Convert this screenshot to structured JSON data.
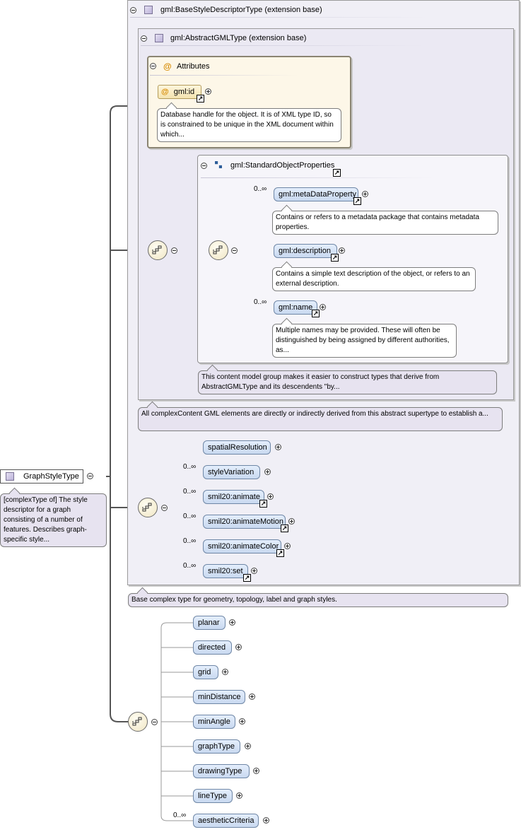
{
  "root": {
    "name": "GraphStyleType",
    "doc": "[complexType of] The style descriptor for a graph consisting of a number of features. Describes graph-specific style..."
  },
  "base_style": {
    "header": "gml:BaseStyleDescriptorType (extension base)",
    "doc": "Base complex type for geometry, topology, label and graph styles."
  },
  "abstract_gml": {
    "header": "gml:AbstractGMLType (extension base)",
    "doc": "All complexContent GML elements are directly or indirectly derived from this abstract supertype to establish a..."
  },
  "attributes": {
    "header": "Attributes",
    "id_label": "gml:id",
    "id_doc": "Database handle for the object. It is of XML type ID, so is constrained to be unique in the XML document within which..."
  },
  "standard_object_properties": {
    "header": "gml:StandardObjectProperties",
    "doc": "This content model group makes it easier to construct types that derive from AbstractGMLType and its descendents \"by...",
    "elements": [
      {
        "label": "gml:metaDataProperty",
        "occurs": "0..∞",
        "doc": "Contains or refers to a metadata package that contains metadata properties."
      },
      {
        "label": "gml:description",
        "occurs": "",
        "doc": "Contains a simple text description of the object, or refers to an external description."
      },
      {
        "label": "gml:name",
        "occurs": "0..∞",
        "doc": "Multiple names may be provided. These will often be distinguished by being assigned by different authorities, as..."
      }
    ]
  },
  "base_sequence": [
    {
      "label": "spatialResolution",
      "occurs": ""
    },
    {
      "label": "styleVariation",
      "occurs": "0..∞"
    },
    {
      "label": "smil20:animate",
      "occurs": "0..∞"
    },
    {
      "label": "smil20:animateMotion",
      "occurs": "0..∞"
    },
    {
      "label": "smil20:animateColor",
      "occurs": "0..∞"
    },
    {
      "label": "smil20:set",
      "occurs": "0..∞"
    }
  ],
  "graph_sequence": [
    {
      "label": "planar",
      "occurs": ""
    },
    {
      "label": "directed",
      "occurs": ""
    },
    {
      "label": "grid",
      "occurs": ""
    },
    {
      "label": "minDistance",
      "occurs": ""
    },
    {
      "label": "minAngle",
      "occurs": ""
    },
    {
      "label": "graphType",
      "occurs": ""
    },
    {
      "label": "drawingType",
      "occurs": ""
    },
    {
      "label": "lineType",
      "occurs": ""
    },
    {
      "label": "aestheticCriteria",
      "occurs": "0..∞"
    }
  ],
  "colors": {
    "element_fill": "#c9d9f0",
    "element_border": "#6f87a6",
    "attribute_fill": "#fdf7e8",
    "container_fill": "#f0eff6",
    "note_fill": "#e7e3f0",
    "connector": "#555555"
  }
}
